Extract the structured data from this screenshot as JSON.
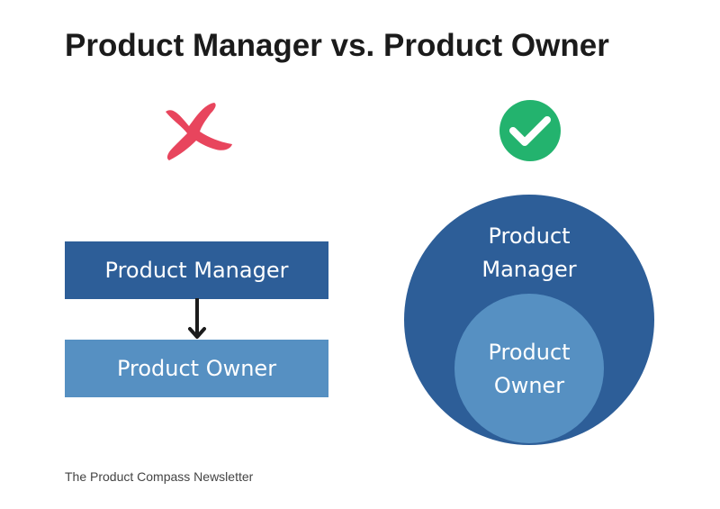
{
  "title": "Product Manager vs. Product Owner",
  "left_diagram": {
    "status_icon": "cross-icon",
    "status_color": "#e8455d",
    "top_box_label": "Product Manager",
    "bottom_box_label": "Product Owner",
    "top_box_color": "#2d5e98",
    "bottom_box_color": "#5690c2",
    "connector_icon": "arrow-down-icon"
  },
  "right_diagram": {
    "status_icon": "check-icon",
    "status_color": "#23b36e",
    "outer_label_line1": "Product",
    "outer_label_line2": "Manager",
    "inner_label_line1": "Product",
    "inner_label_line2": "Owner",
    "outer_color": "#2d5e98",
    "inner_color": "#5690c2"
  },
  "footer": "The Product Compass Newsletter"
}
